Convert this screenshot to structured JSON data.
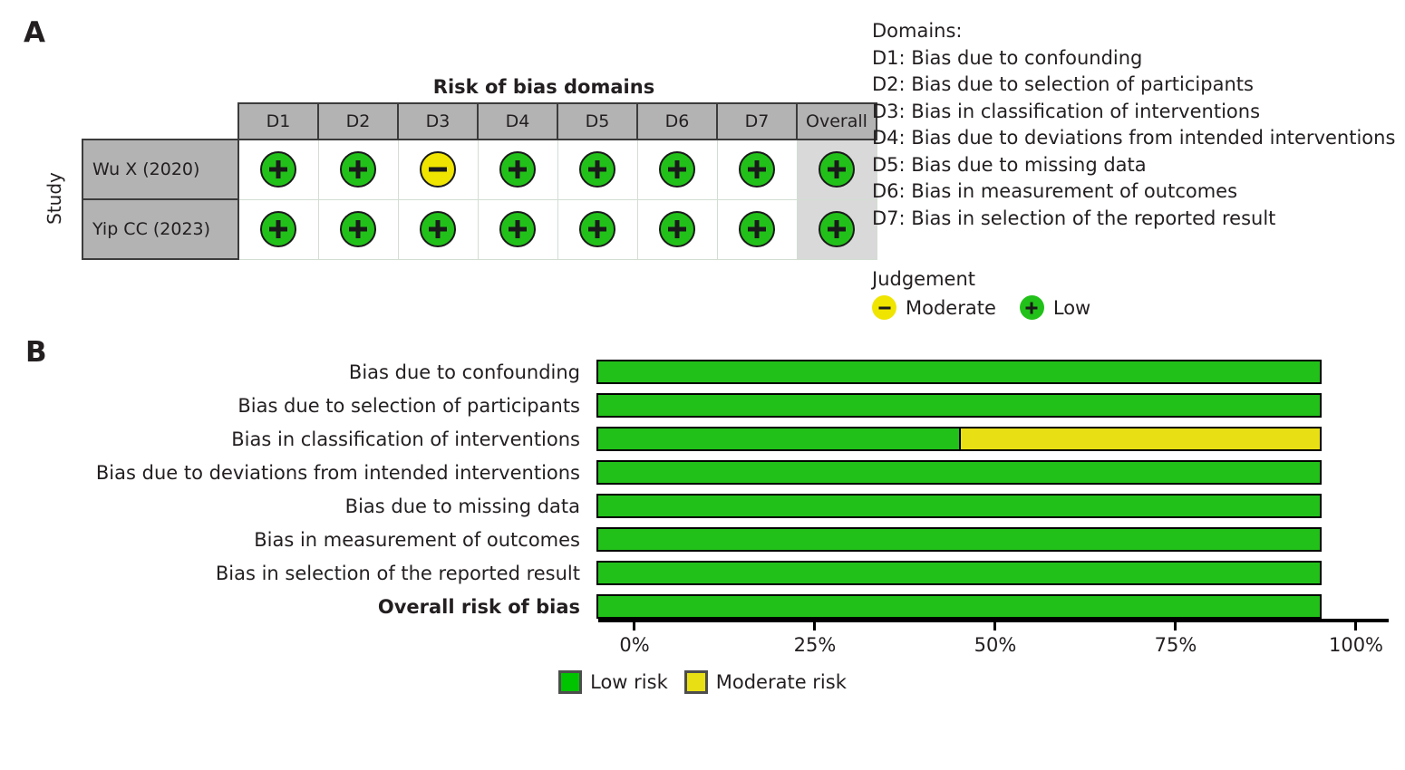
{
  "panels": {
    "a_letter": "A",
    "b_letter": "B"
  },
  "panel_a": {
    "title": "Risk of bias domains",
    "y_axis_label": "Study",
    "column_headers": [
      "D1",
      "D2",
      "D3",
      "D4",
      "D5",
      "D6",
      "D7",
      "Overall"
    ],
    "rows": [
      {
        "study": "Wu X (2020)",
        "judgements": [
          "low",
          "low",
          "moderate",
          "low",
          "low",
          "low",
          "low",
          "low"
        ]
      },
      {
        "study": "Yip CC (2023)",
        "judgements": [
          "low",
          "low",
          "low",
          "low",
          "low",
          "low",
          "low",
          "low"
        ]
      }
    ],
    "domains_legend": {
      "heading": "Domains:",
      "items": [
        "D1: Bias due to confounding",
        "D2: Bias due to selection of participants",
        "D3: Bias in classification of interventions",
        "D4: Bias due to deviations from intended interventions",
        "D5: Bias due to missing data",
        "D6: Bias in measurement of outcomes",
        "D7: Bias in selection of the reported result"
      ]
    },
    "judgement_legend": {
      "heading": "Judgement",
      "items": [
        {
          "symbol": "-",
          "label": "Moderate",
          "level": "moderate"
        },
        {
          "symbol": "+",
          "label": "Low",
          "level": "low"
        }
      ]
    }
  },
  "chart_data": {
    "type": "bar",
    "title": "",
    "xlabel": "",
    "ylabel": "",
    "orientation": "horizontal",
    "stacked": true,
    "xlim": [
      0,
      100
    ],
    "grid": false,
    "legend_position": "bottom",
    "tick_labels": [
      "0%",
      "25%",
      "50%",
      "75%",
      "100%"
    ],
    "tick_values": [
      0,
      25,
      50,
      75,
      100
    ],
    "categories": [
      "Bias due to confounding",
      "Bias due to selection of participants",
      "Bias in classification of interventions",
      "Bias due to deviations from intended interventions",
      "Bias due to missing data",
      "Bias in measurement of outcomes",
      "Bias in selection of the reported result",
      "Overall risk of bias"
    ],
    "bold_categories": [
      "Overall risk of bias"
    ],
    "series": [
      {
        "name": "Low risk",
        "color": "#00c400",
        "values": [
          100,
          100,
          50,
          100,
          100,
          100,
          100,
          100
        ]
      },
      {
        "name": "Moderate risk",
        "color": "#e8e014",
        "values": [
          0,
          0,
          50,
          0,
          0,
          0,
          0,
          0
        ]
      }
    ],
    "legend": [
      {
        "label": "Low risk",
        "level": "low"
      },
      {
        "label": "Moderate risk",
        "level": "moderate"
      }
    ]
  },
  "colors": {
    "low_risk": "#22c11a",
    "moderate_risk": "#efe500",
    "header_grey": "#b3b3b3",
    "overall_cell_grey": "#d9d9d9",
    "text": "#231f20"
  }
}
